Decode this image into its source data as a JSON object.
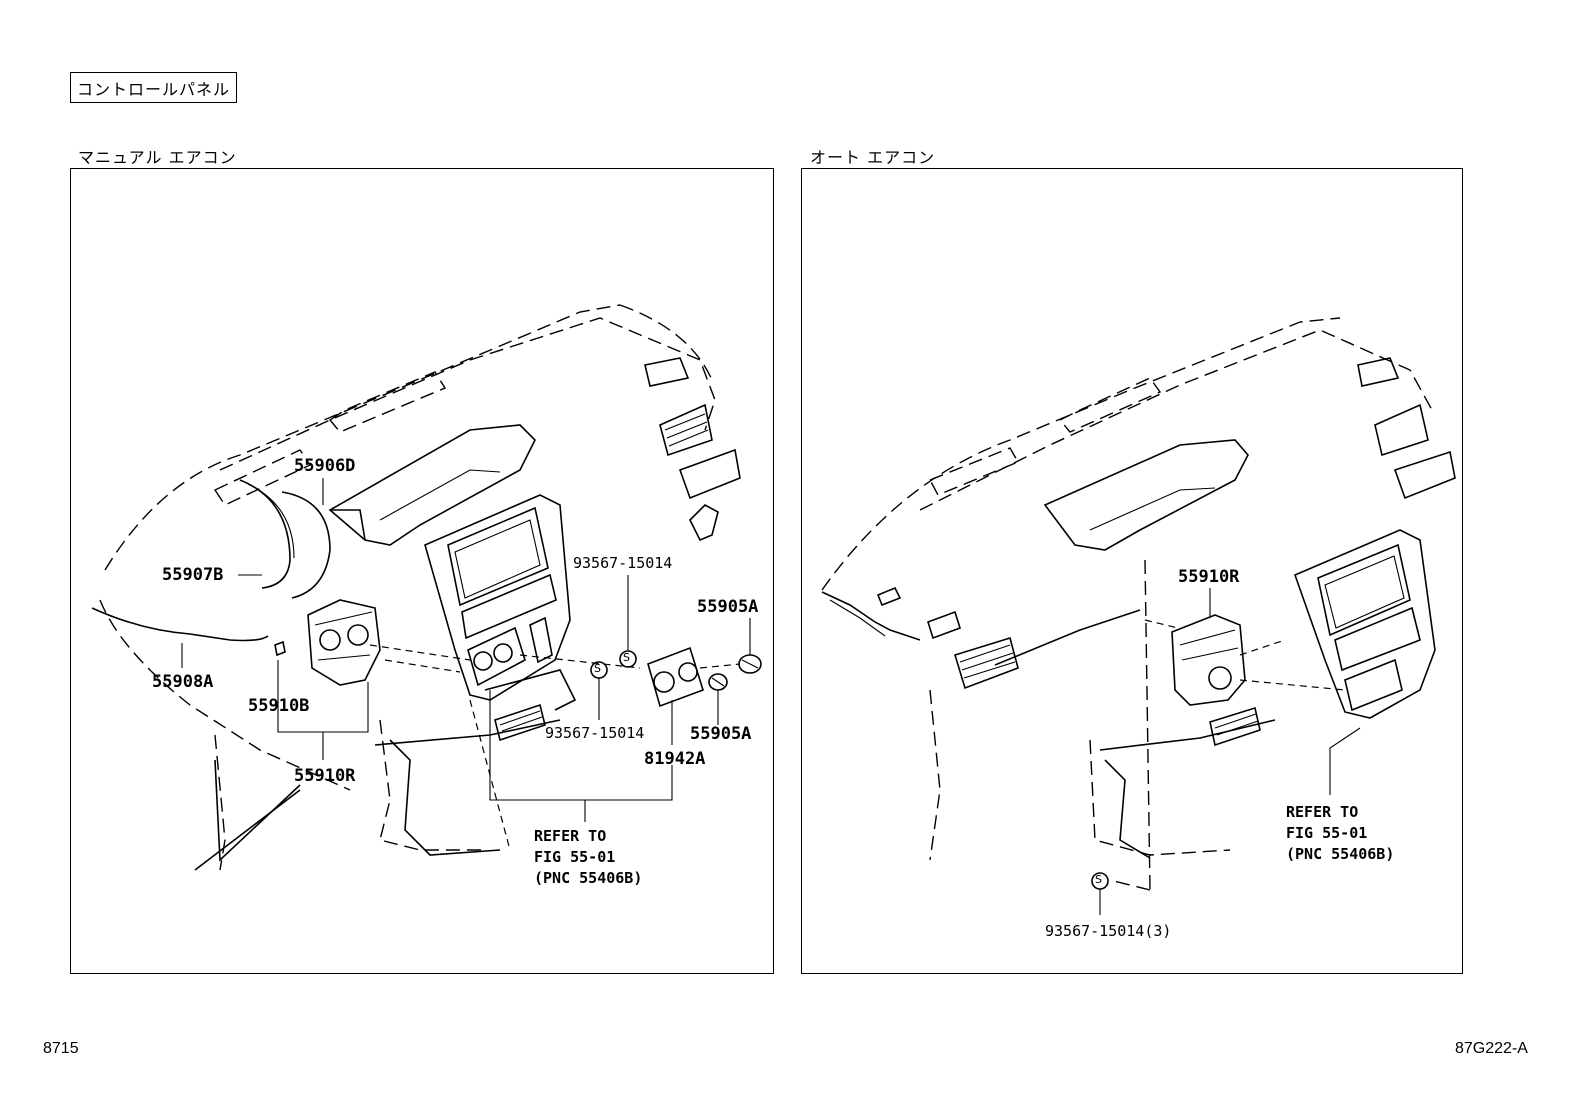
{
  "heading": "コントロールパネル",
  "left_panel": {
    "title": "マニュアル エアコン",
    "callouts": {
      "p55906D": "55906D",
      "p55907B": "55907B",
      "p55908A": "55908A",
      "p55910B": "55910B",
      "p55910R": "55910R",
      "p93567_top": "93567-15014",
      "p93567_bottom": "93567-15014",
      "p55905A_top": "55905A",
      "p55905A_bottom": "55905A",
      "p81942A": "81942A"
    },
    "refer": [
      "REFER TO",
      "FIG 55-01",
      "(PNC 55406B)"
    ],
    "screw_symbol": "S"
  },
  "right_panel": {
    "title": "オート エアコン",
    "callouts": {
      "p55910R": "55910R",
      "p93567": "93567-15014(3)"
    },
    "refer": [
      "REFER TO",
      "FIG 55-01",
      "(PNC 55406B)"
    ],
    "screw_symbol": "S"
  },
  "footer": {
    "left": "8715",
    "right": "87G222-A"
  }
}
